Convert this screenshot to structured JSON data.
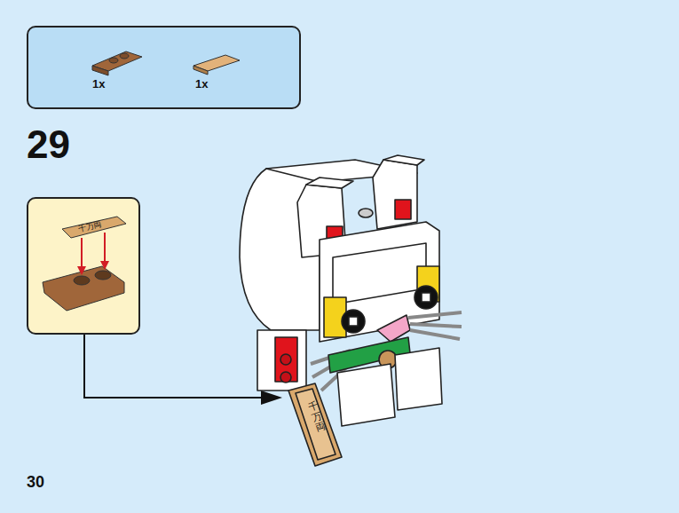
{
  "diagram": {
    "nodes": [
      {
        "text": [
          "1x",
          "1x"
        ]
      },
      {
        "text": [
          "千万両"
        ]
      }
    ],
    "labels": [
      "29",
      "30",
      "千万両"
    ]
  }
}
